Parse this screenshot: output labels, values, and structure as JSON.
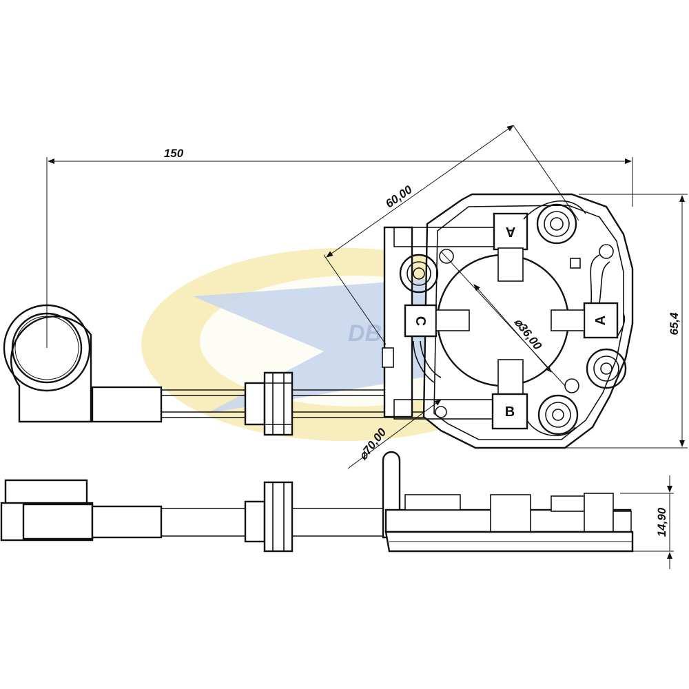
{
  "dimensions": {
    "total_length": "150",
    "diagonal": "60,00",
    "height": "65,4",
    "inner_diameter": "36,00",
    "outer_diameter": "70,00",
    "thickness": "14,90"
  },
  "terminal_labels": {
    "top": "A",
    "right": "A",
    "left": "C",
    "bottom": "B"
  },
  "watermark": {
    "text": "DBS",
    "colors": {
      "yellow": "#f6e7a6",
      "blue": "#c9d6ec"
    }
  }
}
